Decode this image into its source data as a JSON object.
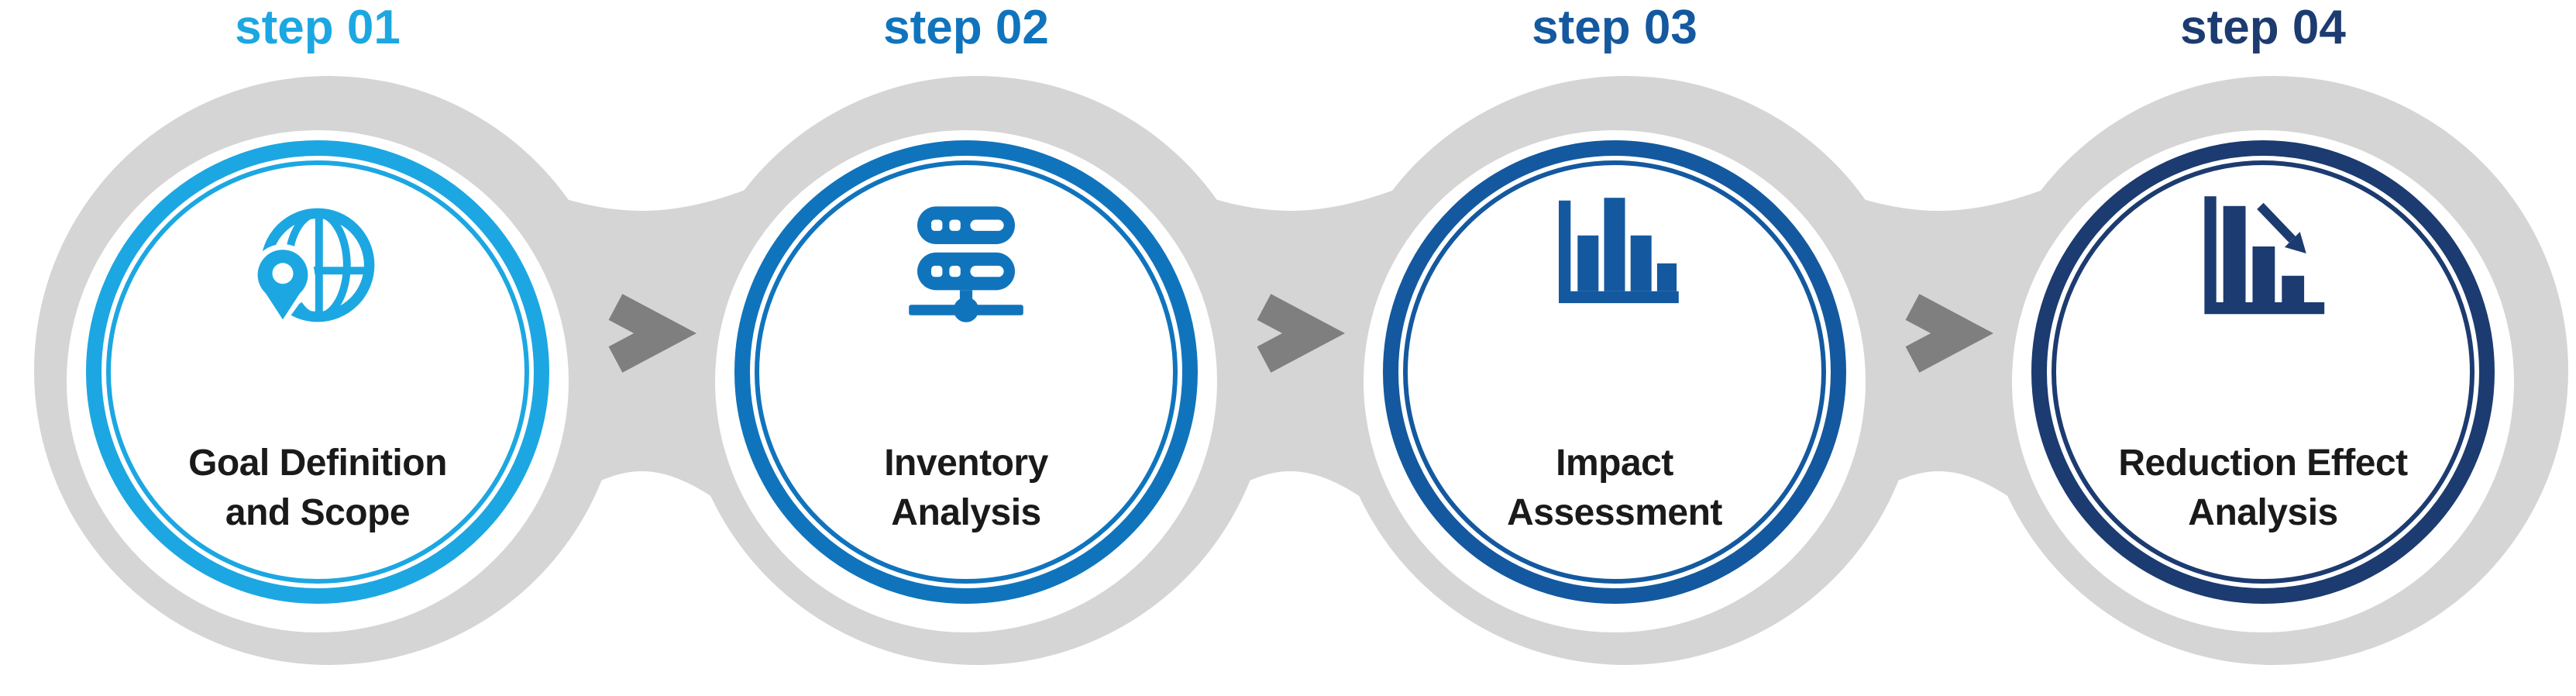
{
  "diagram": {
    "type": "process-flow",
    "background_color": "#FFFFFF",
    "blob_color": "#D5D5D5",
    "chevron_color": "#7F7F7F",
    "label_text_color": "#1A1A1A",
    "steps": [
      {
        "title": "step 01",
        "label_line1": "Goal Definition",
        "label_line2": "and Scope",
        "icon": "globe-location-icon",
        "accent": "#1CA7E2"
      },
      {
        "title": "step 02",
        "label_line1": "Inventory",
        "label_line2": "Analysis",
        "icon": "server-stack-icon",
        "accent": "#1074BD"
      },
      {
        "title": "step 03",
        "label_line1": "Impact",
        "label_line2": "Assessment",
        "icon": "bar-chart-icon",
        "accent": "#14599F"
      },
      {
        "title": "step 04",
        "label_line1": "Reduction Effect",
        "label_line2": "Analysis",
        "icon": "declining-bar-chart-icon",
        "accent": "#1C3B70"
      }
    ],
    "connectors": {
      "count": 3,
      "shape": "chevron-right"
    }
  }
}
